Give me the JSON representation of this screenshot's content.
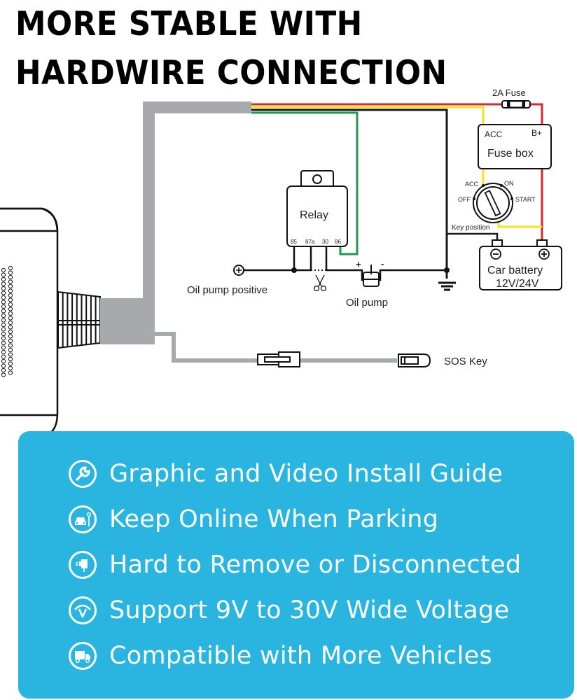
{
  "header": {
    "title_line1": "MORE STABLE WITH",
    "title_line2": "HARDWIRE CONNECTION"
  },
  "diagram": {
    "fuse_label": "2A  Fuse",
    "fuse_box": {
      "title": "Fuse box",
      "acc": "ACC",
      "bplus": "B+"
    },
    "ignition": {
      "acc": "ACC",
      "on": "ON",
      "off": "OFF",
      "start": "START",
      "key_position": "Key position"
    },
    "battery": {
      "line1": "Car battery",
      "line2": "12V/24V",
      "neg": "−",
      "pos": "+"
    },
    "relay": {
      "title": "Relay",
      "pins": [
        "85",
        "87a",
        "30",
        "86"
      ]
    },
    "oil_pump_positive": "Oil pump positive",
    "oil_pump": "Oil pump",
    "pump_plus": "+",
    "pump_minus": "-",
    "sos_key": "SOS Key",
    "wire_colors": {
      "red": "#e0262b",
      "yellow": "#f2e51b",
      "black": "#1a1a1a",
      "green": "#1d9a4a",
      "cable": "#a7a9ac"
    }
  },
  "features": {
    "accent": "#29b5e0",
    "items": [
      {
        "icon": "wrench-icon",
        "label": "Graphic and Video Install Guide"
      },
      {
        "icon": "parked-car-icon",
        "label": "Keep Online When Parking"
      },
      {
        "icon": "plug-icon",
        "label": "Hard to Remove or Disconnected"
      },
      {
        "icon": "voltage-icon",
        "label": "Support 9V to 30V Wide Voltage"
      },
      {
        "icon": "truck-icon",
        "label": "Compatible with More Vehicles"
      }
    ]
  }
}
